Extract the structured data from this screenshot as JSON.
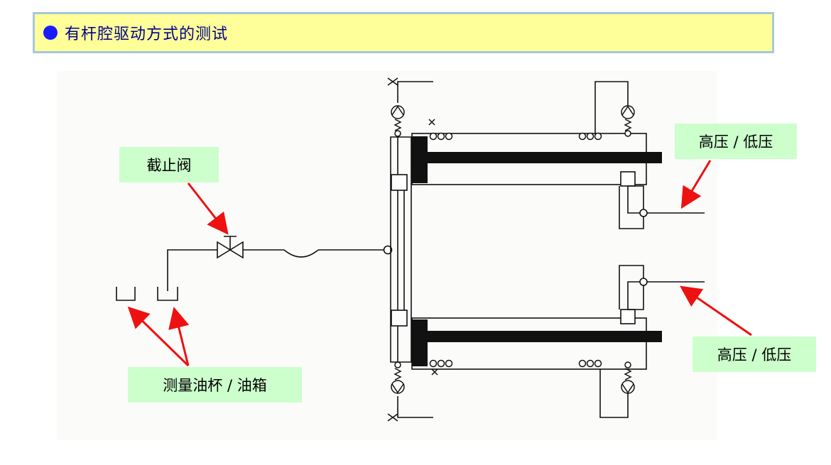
{
  "title": "有杆腔驱动方式的测试",
  "labels": {
    "valve": "截止阀",
    "pressure_top": "高压 / 低压",
    "pressure_bottom": "高压 / 低压",
    "tank": "测量油杯 / 油箱"
  },
  "colors": {
    "title_bg": "#ffff99",
    "title_border": "#a9c6de",
    "title_text": "#00008b",
    "bullet": "#1a1aff",
    "callout_bg": "#ccffcc",
    "arrow": "#ee1111"
  }
}
